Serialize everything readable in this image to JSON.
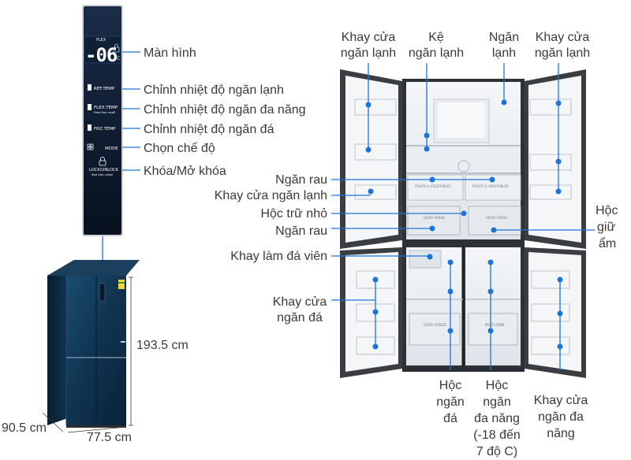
{
  "colors": {
    "accent": "#1e73d9",
    "panel_dark": "#0c1b30",
    "glass_blue": "#143a5a",
    "cabinet_frame": "#2c2f33",
    "text": "#3a3a3a"
  },
  "panel": {
    "flex_label": "FLEX",
    "temp_display": "-06",
    "unit": "°C",
    "buttons": [
      {
        "label": "REF.TEMP",
        "sub": ""
      },
      {
        "label": "FLEX.TEMP",
        "sub": "Press 3sec on/off"
      },
      {
        "label": "FRZ.TEMP",
        "sub": ""
      },
      {
        "label": "MODE",
        "sub": ""
      },
      {
        "label": "LOCK/UNLOCK",
        "sub": "Hold 3sec unlock"
      }
    ],
    "callouts": {
      "display": "Màn hình",
      "ref": "Chỉnh nhiệt độ ngăn lạnh",
      "flex": "Chỉnh nhiệt độ ngăn đa năng",
      "frz": "Chỉnh nhiệt độ ngăn đá",
      "mode": "Chọn chế độ",
      "lock": "Khóa/Mở khóa"
    }
  },
  "dimensions": {
    "height": "193.5 cm",
    "depth": "90.5 cm",
    "width": "77.5 cm"
  },
  "fridge": {
    "top_labels": {
      "door_tray_left": [
        "Khay cửa",
        "ngăn lạnh"
      ],
      "shelf": [
        "Kệ",
        "ngăn lạnh"
      ],
      "fridge_compartment": [
        "Ngăn",
        "lạnh"
      ],
      "door_tray_right": [
        "Khay cửa",
        "ngăn lạnh"
      ]
    },
    "left_labels": {
      "veg_1": "Ngăn rau",
      "door_tray_fridge": "Khay cửa ngăn lạnh",
      "small_box": "Hộc trữ nhỏ",
      "veg_2": "Ngăn rau",
      "ice_tray": "Khay làm đá viên",
      "freezer_door_tray": [
        "Khay cửa",
        "ngăn đá"
      ]
    },
    "right_labels": {
      "crisper": [
        "Hộc",
        "giữ",
        "ẩm"
      ]
    },
    "bottom_labels": {
      "freezer_drawer": [
        "Hộc",
        "ngăn",
        "đá"
      ],
      "flex_drawer": [
        "Hộc",
        "ngăn",
        "đa năng",
        "(-18 đến",
        "7 độ C)"
      ],
      "flex_door_tray": [
        "Khay cửa",
        "ngăn đa",
        "năng"
      ]
    },
    "drawer_texts": {
      "fresh_a": "FRUITS & VEGETABLES",
      "fresh_b": "FRUITS & VEGETABLES",
      "ultra_left": "ULTRA FRESH",
      "ultra_right": "ULTRA FRESH",
      "ultra_freeze_left": "ULTRA FREEZE",
      "ultra_freeze_right": "MULTI ZONE"
    }
  }
}
